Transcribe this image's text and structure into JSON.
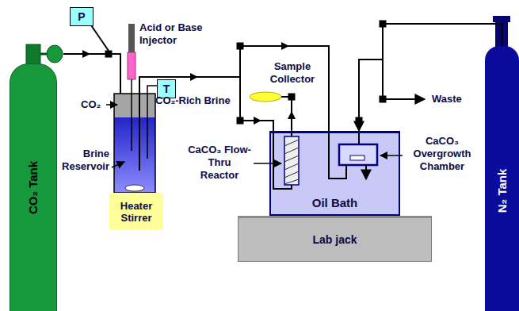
{
  "diagram": {
    "nodes": [
      {
        "text": [
          "P"
        ]
      },
      {
        "text": [
          "CO₂ Tank"
        ]
      },
      {
        "text": [
          "T"
        ]
      },
      {
        "text": [
          "Heater Stirrer"
        ]
      },
      {
        "text": [
          "Oil Bath"
        ]
      },
      {
        "text": [
          "Lab jack"
        ]
      },
      {
        "text": [
          "N₂ Tank"
        ]
      }
    ],
    "edges": [
      {
        "from": 6,
        "to": 4,
        "arrow": "to"
      }
    ],
    "labels": [
      "Acid or Base Injector",
      "CO₂",
      "CO₂-Rich Brine",
      "Brine Reservoir",
      "Sample Collector",
      "CaCO₃ Flow-Thru Reactor",
      "CaCO₃ Overgrowth Chamber",
      "Waste"
    ]
  }
}
